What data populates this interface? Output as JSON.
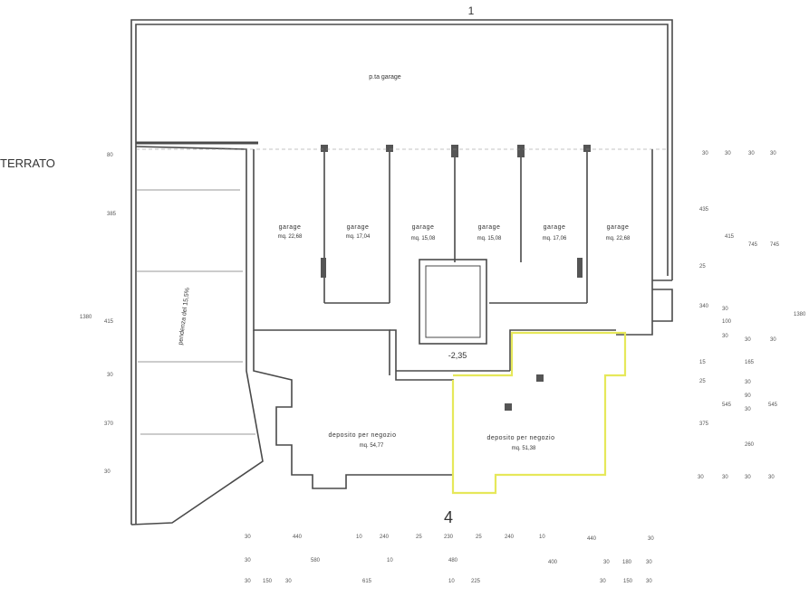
{
  "sheet": {
    "floor_title": "TERRATO",
    "ramp_label": "pendenza del 15,5%",
    "level_marker": "-2,35",
    "section_top": "1",
    "section_bottom": "4",
    "ramp_top": "p.ta garage"
  },
  "rooms": [
    {
      "name": "garage",
      "area": "mq. 22,68"
    },
    {
      "name": "garage",
      "area": "mq. 17,04"
    },
    {
      "name": "garage",
      "area": "mq. 15,08"
    },
    {
      "name": "garage",
      "area": "mq. 15,08"
    },
    {
      "name": "garage",
      "area": "mq. 17,06"
    },
    {
      "name": "garage",
      "area": "mq. 22,68"
    },
    {
      "name": "deposito per negozio",
      "area": "mq. 54,77"
    },
    {
      "name": "deposito per negozio",
      "area": "mq. 51,38"
    }
  ],
  "colors": {
    "line": "#4a4a4a",
    "highlight": "#e6e85a"
  },
  "dims": {
    "left": [
      "80",
      "385",
      "1380",
      "415",
      "30",
      "370",
      "30"
    ],
    "right_top": [
      "30",
      "30",
      "30",
      "30"
    ],
    "right_a": [
      "435",
      "415",
      "745",
      "745",
      "25"
    ],
    "right_b": [
      "340",
      "30",
      "100",
      "1380",
      "30",
      "30",
      "30"
    ],
    "right_c": [
      "15",
      "165",
      "25",
      "30",
      "90",
      "545",
      "30",
      "545"
    ],
    "right_d": [
      "375",
      "260"
    ],
    "right_bottom": [
      "30",
      "30",
      "30",
      "30"
    ],
    "bottom_row1": [
      "30",
      "440",
      "10",
      "240",
      "25",
      "230",
      "25",
      "240",
      "10",
      "440",
      "30"
    ],
    "bottom_row2": [
      "30",
      "580",
      "10",
      "480",
      "400",
      "30",
      "180",
      "30"
    ],
    "bottom_row3": [
      "30",
      "150",
      "30",
      "615",
      "10",
      "225",
      "30",
      "150",
      "30"
    ]
  }
}
